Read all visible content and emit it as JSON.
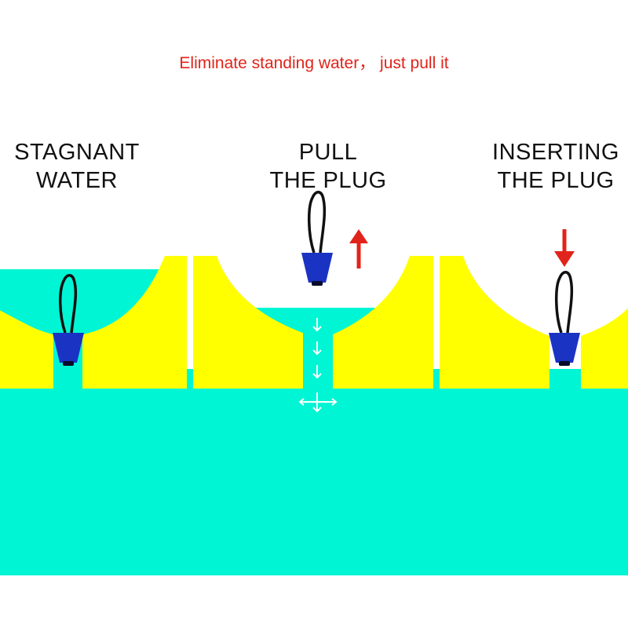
{
  "headline": "Eliminate standing water， just pull it",
  "panels": [
    {
      "line1": "STAGNANT",
      "line2": "WATER"
    },
    {
      "line1": "PULL",
      "line2": "THE PLUG"
    },
    {
      "line1": "INSERTING",
      "line2": "THE PLUG"
    }
  ],
  "colors": {
    "water": "#00f5d4",
    "hull": "#ffff00",
    "plug": "#1a33c2",
    "arrow": "#e0241b",
    "cord": "#111111",
    "flow_arrow": "#ffffff"
  },
  "icons": {
    "up_arrow": "red-up-arrow-icon",
    "down_arrow": "red-down-arrow-icon",
    "flow": "water-flow-arrows-icon"
  }
}
